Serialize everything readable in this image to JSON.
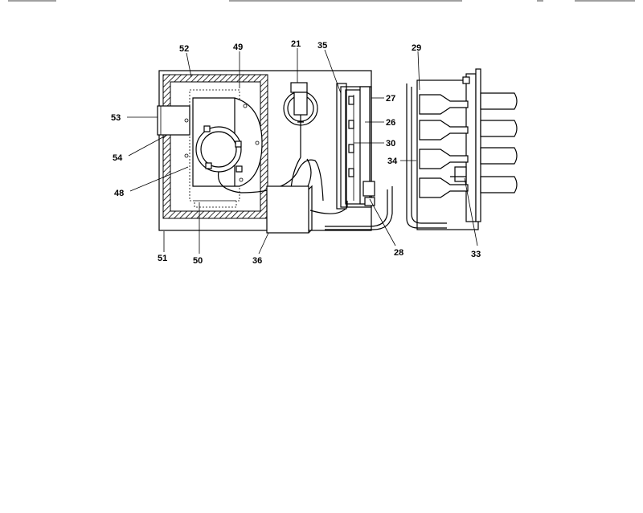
{
  "header": {
    "left": "",
    "center": "",
    "right": ""
  },
  "callouts": [
    "52",
    "49",
    "21",
    "35",
    "29",
    "27",
    "26",
    "30",
    "53",
    "54",
    "48",
    "34",
    "51",
    "50",
    "36",
    "28",
    "33"
  ]
}
